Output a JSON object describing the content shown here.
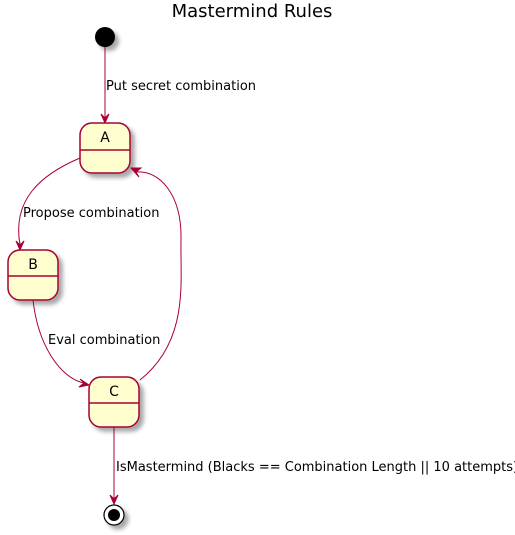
{
  "diagram": {
    "title": "Mastermind Rules",
    "states": {
      "a": {
        "label": "A"
      },
      "b": {
        "label": "B"
      },
      "c": {
        "label": "C"
      }
    },
    "transitions": {
      "start_to_a": {
        "label": "Put secret combination"
      },
      "a_to_b": {
        "label": "Propose combination"
      },
      "b_to_c": {
        "label": "Eval combination"
      },
      "c_to_a": {
        "label": ""
      },
      "c_to_end": {
        "label": "IsMastermind (Blacks == Combination Length || 10 attempts)"
      }
    }
  },
  "colors": {
    "state_fill": "#FEFECE",
    "state_border": "#A80036",
    "arrow": "#A80036",
    "pseudo_state": "#000000",
    "background": "#FFFFFF"
  }
}
